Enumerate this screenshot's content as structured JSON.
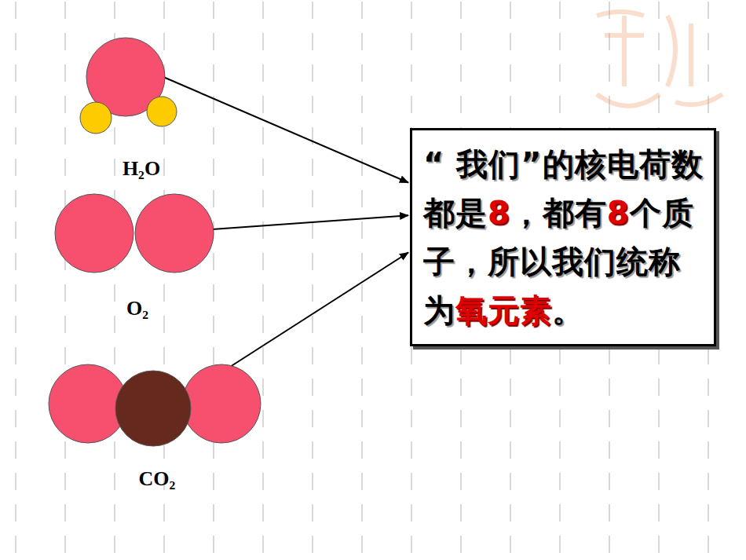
{
  "diagram": {
    "nodes": [
      {
        "text": [
          "H₂O"
        ]
      },
      {
        "text": [
          "O₂"
        ]
      },
      {
        "text": [
          "CO₂"
        ]
      },
      {
        "text": [
          "“ 我们”的核电荷数都是",
          "8",
          "，都有",
          "8",
          "个质子，所以我们统称为",
          "氧元素",
          "。"
        ]
      }
    ],
    "edges": [
      {
        "from": 0,
        "to": 3,
        "arrow": "to"
      },
      {
        "from": 1,
        "to": 3,
        "arrow": "to"
      },
      {
        "from": 2,
        "to": 3,
        "arrow": "to"
      }
    ]
  }
}
